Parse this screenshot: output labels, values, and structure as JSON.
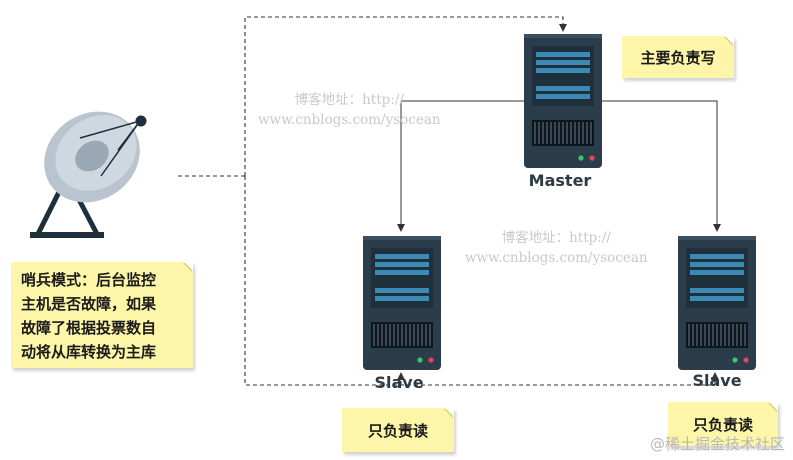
{
  "nodes": {
    "master": {
      "label": "Master"
    },
    "slave_left": {
      "label": "Slave"
    },
    "slave_right": {
      "label": "Slave"
    }
  },
  "notes": {
    "master_role": "主要负责写",
    "slave_left_role": "只负责读",
    "slave_right_role": "只负责读",
    "sentinel_desc": [
      "哨兵模式：后台监控",
      "主机是否故障，如果",
      "故障了根据投票数自",
      "动将从库转换为主库"
    ]
  },
  "watermarks": {
    "top": [
      "博客地址：http://",
      "www.cnblogs.com/ysocean"
    ],
    "center": [
      "博客地址：http://",
      "www.cnblogs.com/ysocean"
    ]
  },
  "credit": "@稀土掘金技术社区",
  "colors": {
    "server_body": "#2b3d4b",
    "server_bar": "#3a8ab5",
    "note_bg": "#fdf6a8",
    "line": "#333333"
  },
  "icons": [
    "satellite-dish-icon",
    "server-icon"
  ]
}
